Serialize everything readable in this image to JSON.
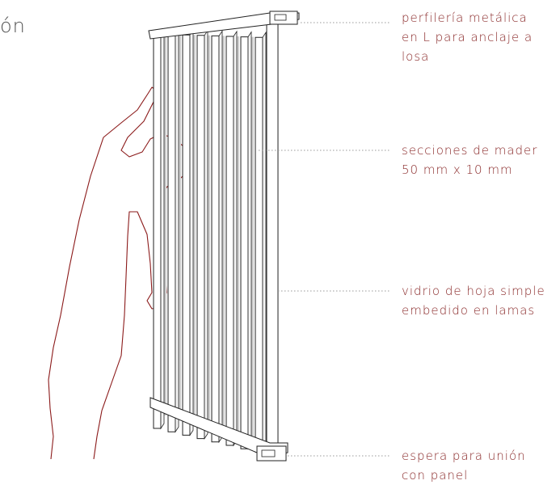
{
  "title_fragment": "ón",
  "colors": {
    "annotation": "#8a2a2a",
    "line": "#222222",
    "figure_outline": "#8b1a1a",
    "leader": "#999999",
    "glass": "#cfcfcf"
  },
  "annotations": [
    {
      "id": "metal-profile",
      "lines": [
        "perfilería metálica",
        "en L para anclaje a",
        "losa"
      ]
    },
    {
      "id": "wood-sections",
      "lines": [
        "secciones de mader",
        "50 mm x 10 mm"
      ]
    },
    {
      "id": "glass",
      "lines": [
        "vidrio de hoja simple",
        "embedido en lamas"
      ]
    },
    {
      "id": "panel-joint",
      "lines": [
        "espera para unión",
        "con panel"
      ]
    }
  ],
  "icons": {
    "figure": "human-silhouette-icon",
    "panel": "louver-panel-icon"
  }
}
